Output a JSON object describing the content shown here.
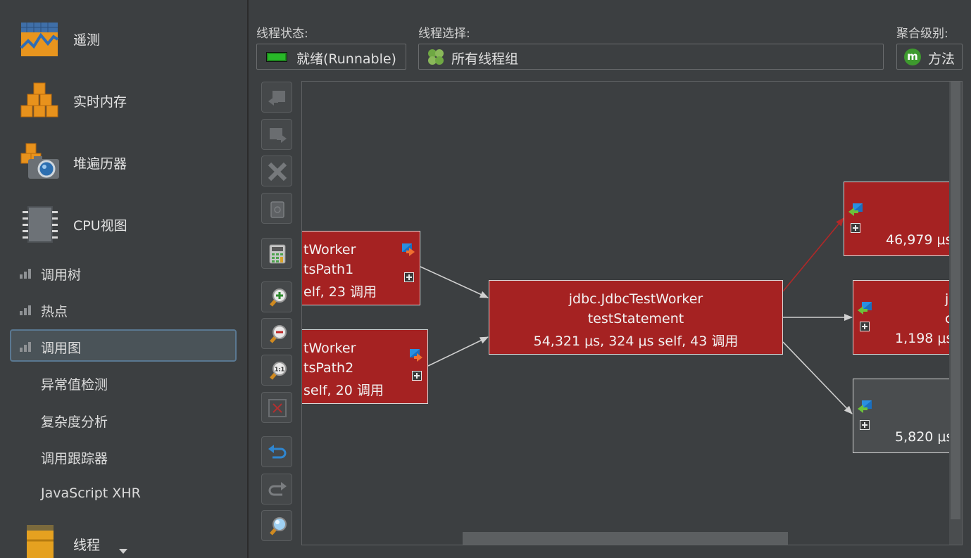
{
  "sidebar": {
    "big_items": [
      {
        "label": "遥测",
        "icon": "telemetry-icon"
      },
      {
        "label": "实时内存",
        "icon": "live-memory-icon"
      },
      {
        "label": "堆遍历器",
        "icon": "heap-walker-icon"
      },
      {
        "label": "CPU视图",
        "icon": "cpu-chip-icon"
      }
    ],
    "small_items": [
      {
        "label": "调用树",
        "icon": "bar-chart-icon"
      },
      {
        "label": "热点",
        "icon": "bar-chart-icon"
      },
      {
        "label": "调用图",
        "icon": "bar-chart-icon",
        "selected": true
      }
    ],
    "sub_items": [
      "异常值检测",
      "复杂度分析",
      "调用跟踪器",
      "JavaScript XHR"
    ],
    "bottom_item": {
      "label": "线程",
      "icon": "threads-icon"
    }
  },
  "toolbar": {
    "thread_state_label": "线程状态:",
    "thread_state_value": "就绪(Runnable)",
    "thread_select_label": "线程选择:",
    "thread_select_value": "所有线程组",
    "aggregation_label": "聚合级别:",
    "aggregation_value": "方法",
    "aggregation_badge": "m"
  },
  "tools": [
    {
      "name": "back-icon"
    },
    {
      "name": "forward-icon"
    },
    {
      "name": "remove-icon"
    },
    {
      "name": "trash-icon"
    },
    {
      "name": "calculator-icon"
    },
    {
      "name": "zoom-in-icon"
    },
    {
      "name": "zoom-out-icon"
    },
    {
      "name": "zoom-100-icon"
    },
    {
      "name": "fit-graph-icon"
    },
    {
      "name": "undo-icon"
    },
    {
      "name": "redo-icon"
    },
    {
      "name": "find-icon"
    }
  ],
  "graph": {
    "nodes": [
      {
        "id": "caller1",
        "lines": [
          "tWorker",
          "tsPath1",
          "elf, 23 调用"
        ]
      },
      {
        "id": "caller2",
        "lines": [
          "tWorker",
          "tsPath2",
          "self, 20 调用"
        ]
      },
      {
        "id": "main",
        "lines": [
          "jdbc.JdbcTestWorker",
          "testStatement",
          "54,321 μs, 324 μs self, 43 调用"
        ]
      },
      {
        "id": "callee1",
        "lines": [
          "46,979 μs"
        ]
      },
      {
        "id": "callee2",
        "lines": [
          "j",
          "c",
          "1,198 μs"
        ]
      },
      {
        "id": "callee3",
        "lines": [
          "5,820 μs"
        ]
      }
    ],
    "colors": {
      "hot": "#a52222",
      "neutral": "#4a4d4f",
      "edge": "#d0d0d0",
      "hot_edge": "#b02828"
    }
  }
}
